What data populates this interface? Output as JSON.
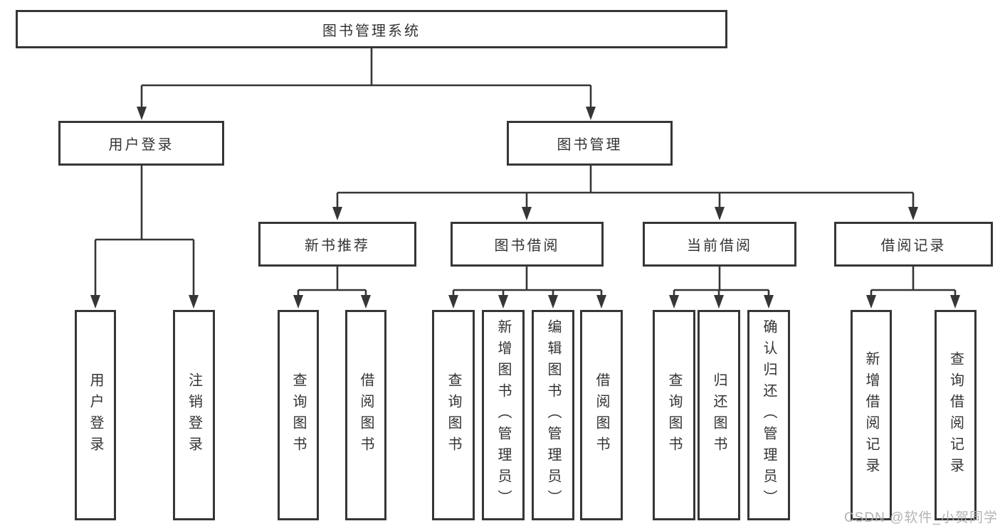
{
  "diagram": {
    "tree": {
      "label": "图书管理系统",
      "children": [
        {
          "label": "用户登录",
          "children": [
            {
              "label": "用户登录"
            },
            {
              "label": "注销登录"
            }
          ]
        },
        {
          "label": "图书管理",
          "children": [
            {
              "label": "新书推荐",
              "children": [
                {
                  "label": "查询图书"
                },
                {
                  "label": "借阅图书"
                }
              ]
            },
            {
              "label": "图书借阅",
              "children": [
                {
                  "label": "查询图书"
                },
                {
                  "label": "新增图书（管理员）"
                },
                {
                  "label": "编辑图书（管理员）"
                },
                {
                  "label": "借阅图书"
                }
              ]
            },
            {
              "label": "当前借阅",
              "children": [
                {
                  "label": "查询图书"
                },
                {
                  "label": "归还图书"
                },
                {
                  "label": "确认归还（管理员）"
                }
              ]
            },
            {
              "label": "借阅记录",
              "children": [
                {
                  "label": "新增借阅记录"
                },
                {
                  "label": "查询借阅记录"
                }
              ]
            }
          ]
        }
      ]
    }
  },
  "watermark": {
    "text": "CSDN @软件_小贺同学"
  },
  "colors": {
    "line": "#363636",
    "box_border": "#363636",
    "box_fill": "#ffffff",
    "text": "#333333",
    "watermark": "#adadad",
    "background": "#ffffff"
  }
}
